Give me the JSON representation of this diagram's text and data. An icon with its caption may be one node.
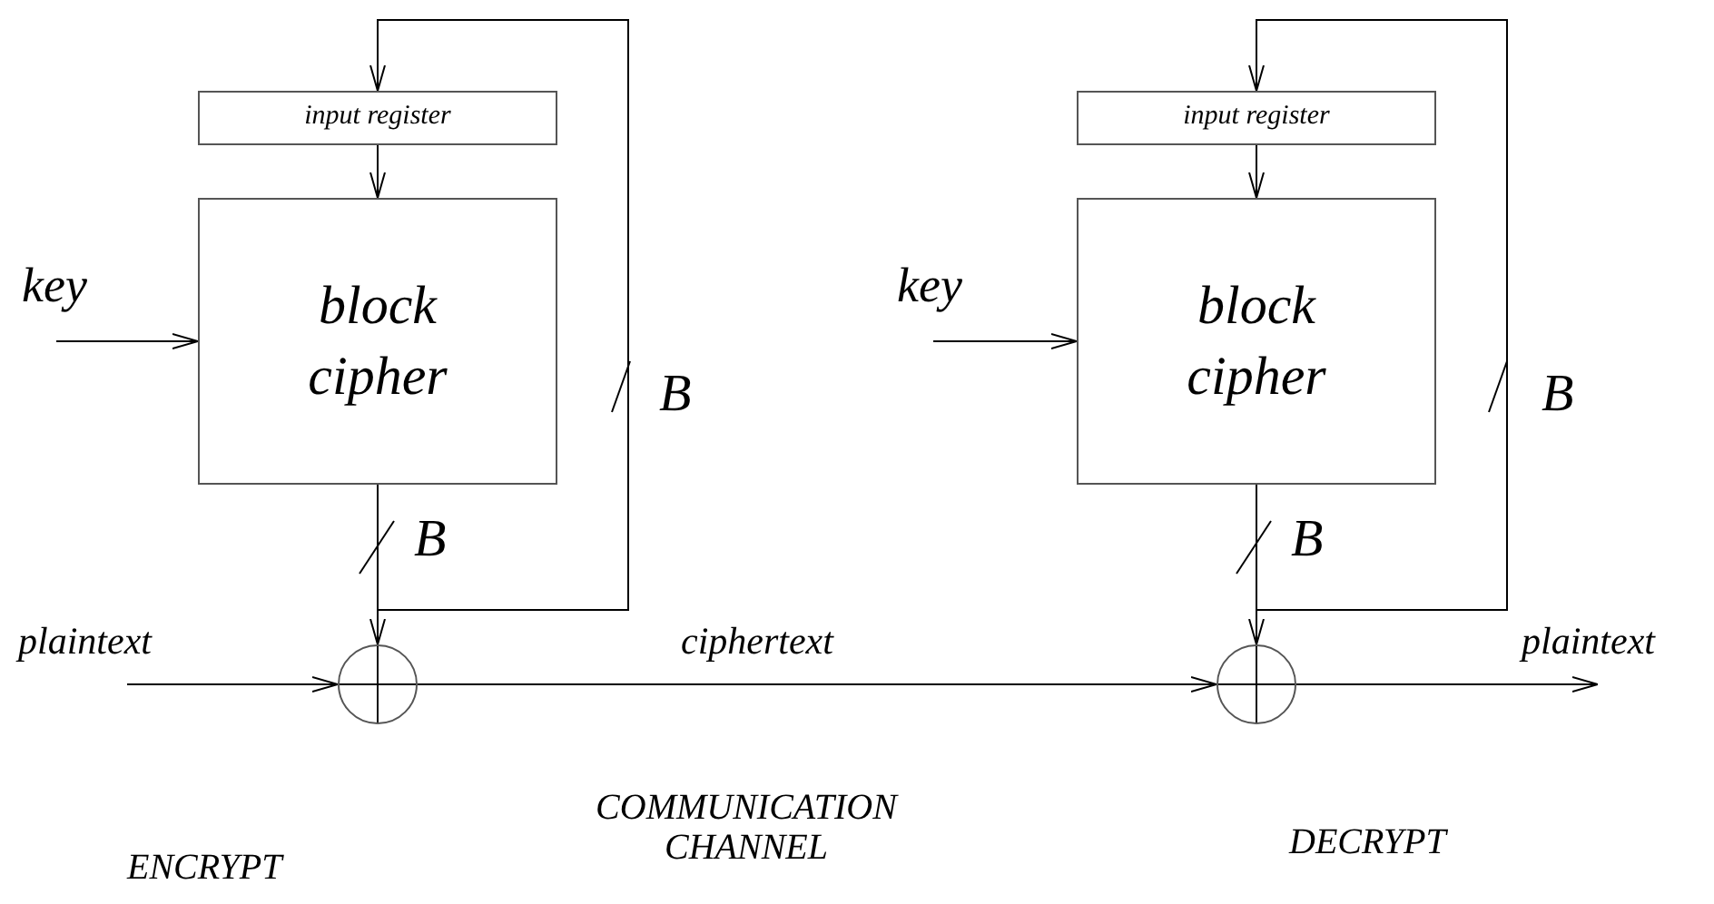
{
  "diagram": {
    "nodes": [
      {
        "text": [
          "input register"
        ]
      },
      {
        "text": [
          "block cipher"
        ]
      },
      {
        "text": [],
        "shape": "circle"
      },
      {
        "text": [
          "input register"
        ]
      },
      {
        "text": [
          "block cipher"
        ]
      },
      {
        "text": [],
        "shape": "circle"
      }
    ],
    "edges": [
      {
        "from": 0,
        "to": 1,
        "arrow": "to"
      },
      {
        "from": 1,
        "to": 2,
        "arrow": "to"
      },
      {
        "from": 1,
        "to": 0,
        "arrow": "to"
      },
      {
        "from": null,
        "to": 1,
        "arrow": "to",
        "label": "key"
      },
      {
        "from": null,
        "to": 2,
        "arrow": "to",
        "label": "plaintext"
      },
      {
        "from": 2,
        "to": 5,
        "arrow": "to",
        "label": "ciphertext"
      },
      {
        "from": 3,
        "to": 4,
        "arrow": "to"
      },
      {
        "from": 4,
        "to": 5,
        "arrow": "to"
      },
      {
        "from": 4,
        "to": 3,
        "arrow": "to"
      },
      {
        "from": null,
        "to": 4,
        "arrow": "to",
        "label": "key"
      },
      {
        "from": 5,
        "to": null,
        "arrow": "to",
        "label": "plaintext"
      }
    ],
    "labels": [
      "B",
      "B",
      "B",
      "B",
      "COMMUNICATION CHANNEL",
      "DECRYPT",
      "ENCRYPT"
    ]
  }
}
